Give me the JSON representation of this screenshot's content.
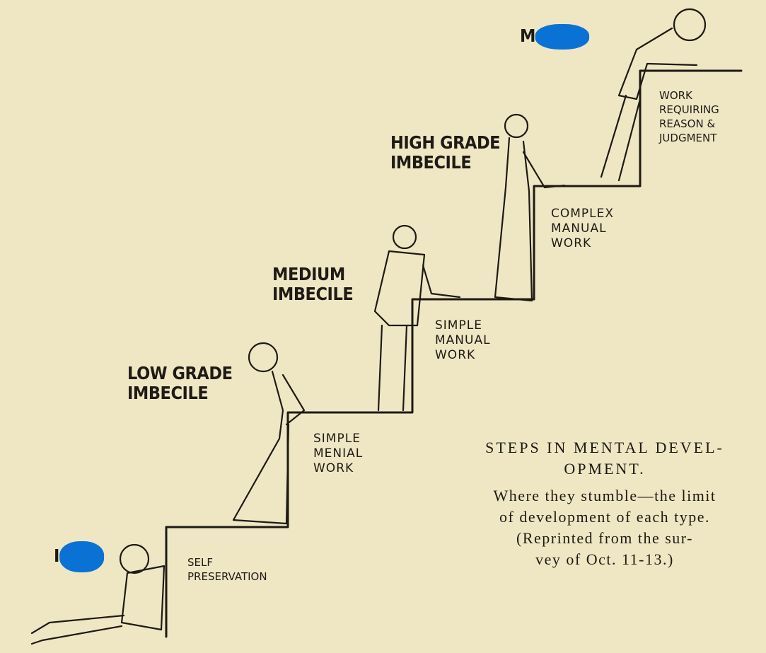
{
  "levels": [
    {
      "label_visible": "I",
      "redacted": true,
      "work": [
        "SELF",
        "PRESERVATION"
      ]
    },
    {
      "label_lines": [
        "LOW GRADE",
        "IMBECILE"
      ],
      "work": [
        "SIMPLE",
        "MENIAL",
        "WORK"
      ]
    },
    {
      "label_lines": [
        "MEDIUM",
        "IMBECILE"
      ],
      "work": [
        "SIMPLE",
        "MANUAL",
        "WORK"
      ]
    },
    {
      "label_lines": [
        "HIGH GRADE",
        "IMBECILE"
      ],
      "work": [
        "COMPLEX",
        "MANUAL",
        "WORK"
      ]
    },
    {
      "label_visible": "M",
      "redacted": true,
      "work": [
        "WORK",
        "REQUIRING",
        "REASON &",
        "JUDGMENT"
      ]
    }
  ],
  "caption": {
    "title_lines": [
      "STEPS IN MENTAL DEVEL-",
      "OPMENT."
    ],
    "body_lines": [
      "Where they stumble—the limit",
      "of development of each type.",
      "(Reprinted from the sur-",
      "vey of Oct. 11-13.)"
    ]
  },
  "colors": {
    "paper": "#efe7c4",
    "ink": "#1e1a14",
    "redaction": "#0a72d4"
  }
}
